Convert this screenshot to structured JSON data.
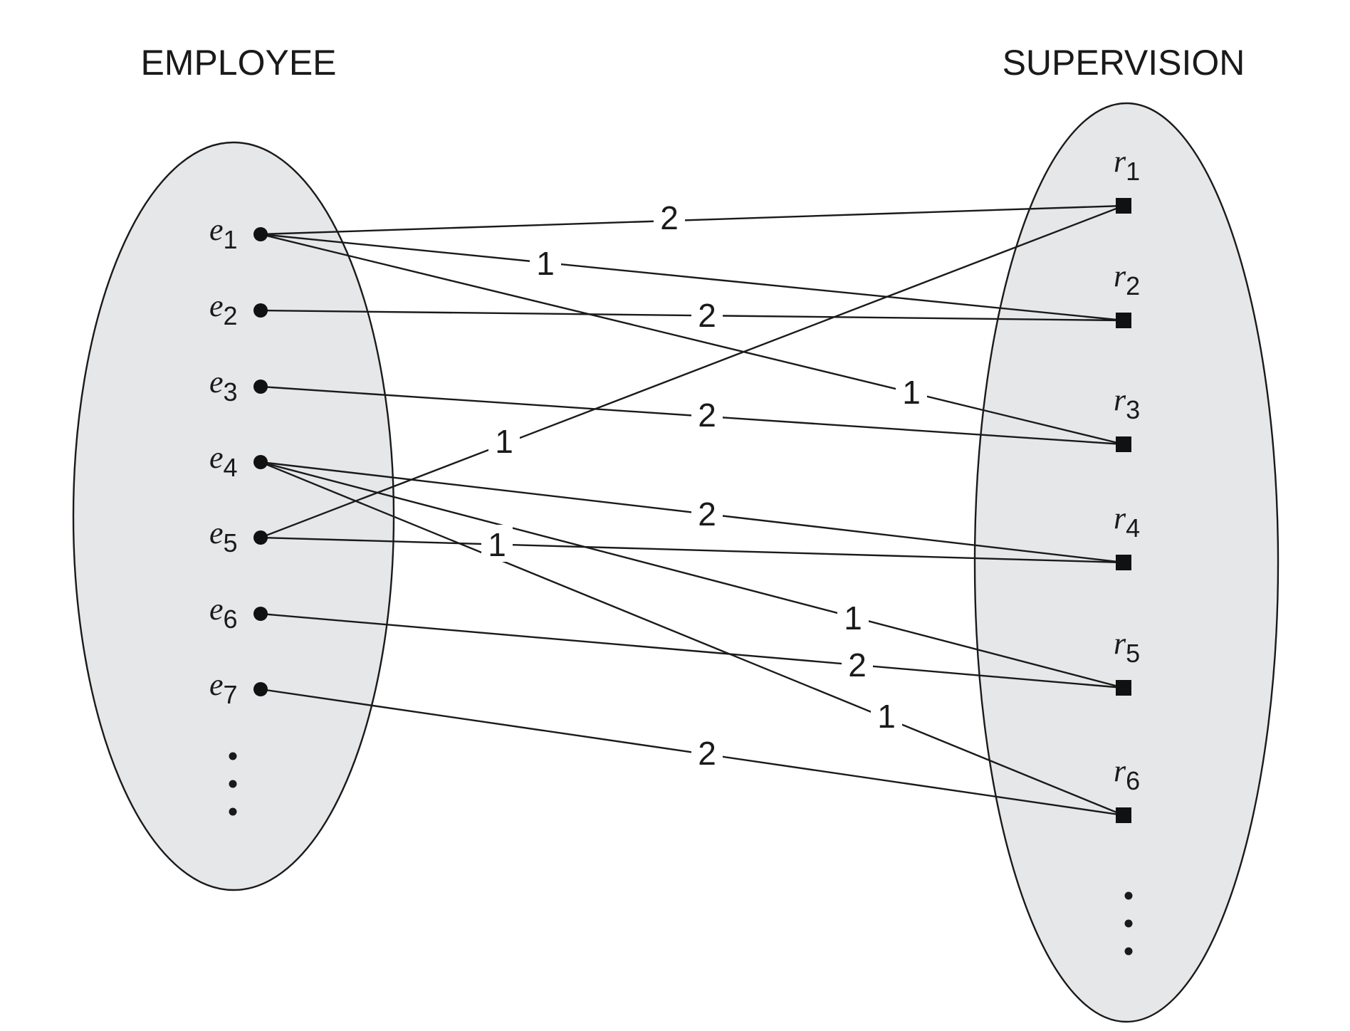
{
  "sets": {
    "employee": {
      "title": "EMPLOYEE",
      "continuation": "⋮"
    },
    "supervision": {
      "title": "SUPERVISION",
      "continuation": "⋮"
    }
  },
  "employees": [
    {
      "id": "e1",
      "name": "e",
      "sub": "1"
    },
    {
      "id": "e2",
      "name": "e",
      "sub": "2"
    },
    {
      "id": "e3",
      "name": "e",
      "sub": "3"
    },
    {
      "id": "e4",
      "name": "e",
      "sub": "4"
    },
    {
      "id": "e5",
      "name": "e",
      "sub": "5"
    },
    {
      "id": "e6",
      "name": "e",
      "sub": "6"
    },
    {
      "id": "e7",
      "name": "e",
      "sub": "7"
    }
  ],
  "relationships": [
    {
      "id": "r1",
      "name": "r",
      "sub": "1"
    },
    {
      "id": "r2",
      "name": "r",
      "sub": "2"
    },
    {
      "id": "r3",
      "name": "r",
      "sub": "3"
    },
    {
      "id": "r4",
      "name": "r",
      "sub": "4"
    },
    {
      "id": "r5",
      "name": "r",
      "sub": "5"
    },
    {
      "id": "r6",
      "name": "r",
      "sub": "6"
    }
  ],
  "edges": [
    {
      "from": "e1",
      "to": "r1",
      "role": "2"
    },
    {
      "from": "e1",
      "to": "r2",
      "role": "1"
    },
    {
      "from": "e1",
      "to": "r3",
      "role": "1"
    },
    {
      "from": "e2",
      "to": "r2",
      "role": "2"
    },
    {
      "from": "e3",
      "to": "r3",
      "role": "2"
    },
    {
      "from": "e4",
      "to": "r4",
      "role": "2"
    },
    {
      "from": "e4",
      "to": "r5",
      "role": "1"
    },
    {
      "from": "e4",
      "to": "r6",
      "role": "1"
    },
    {
      "from": "e5",
      "to": "r1",
      "role": "1"
    },
    {
      "from": "e5",
      "to": "r4",
      "role": "1"
    },
    {
      "from": "e6",
      "to": "r5",
      "role": "2"
    },
    {
      "from": "e7",
      "to": "r6",
      "role": "2"
    }
  ]
}
